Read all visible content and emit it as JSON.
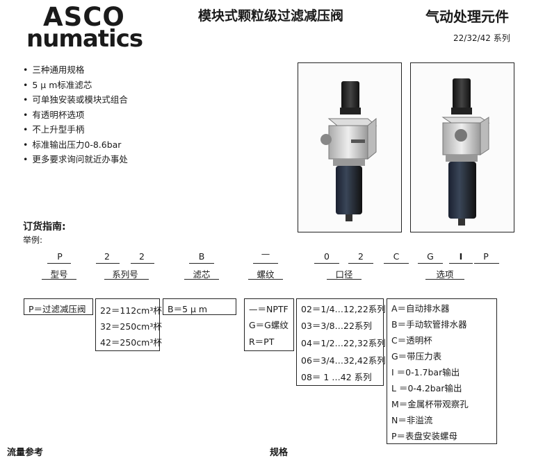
{
  "brand": {
    "line1": "ASCO",
    "line2": "numatics"
  },
  "header": {
    "title": "模块式颗粒级过滤减压阀",
    "category": "气动处理元件",
    "series": "22/32/42 系列"
  },
  "features": [
    "三种通用规格",
    "5 μ m标准滤芯",
    "可单独安装或模块式组合",
    "有透明杯选项",
    "不上升型手柄",
    "标准输出压力0-8.6bar",
    "更多要求询问就近办事处"
  ],
  "ordering": {
    "title": "订货指南:",
    "example_label": "举例:",
    "codes": {
      "type": "P",
      "series_1": "2",
      "series_2": "2",
      "filter": "B",
      "thread": "—",
      "port_1": "0",
      "port_2": "2",
      "opt_1": "C",
      "opt_2": "G",
      "opt_3": "I",
      "opt_4": "P"
    },
    "labels": {
      "type": "型号",
      "series": "系列号",
      "filter": "滤芯",
      "thread": "螺纹",
      "port": "口径",
      "options": "选项"
    },
    "type_box": [
      "P＝过滤减压阀"
    ],
    "series_box": [
      "22＝112cm³杯",
      "32＝250cm³杯",
      "42＝250cm³杯"
    ],
    "filter_box": [
      "B＝5 μ m"
    ],
    "thread_box": [
      "—＝NPTF",
      "G＝G螺纹",
      "R＝PT"
    ],
    "port_box": [
      "02＝1/4…12,22系列",
      "03＝3/8…22系列",
      "04＝1/2…22,32系列",
      "06＝3/4…32,42系列",
      "08＝ 1 …42 系列"
    ],
    "options_box": [
      "A＝自动排水器",
      "B＝手动软管排水器",
      "C＝透明杯",
      "G＝带压力表",
      "I ＝0-1.7bar输出",
      "L ＝0-4.2bar输出",
      "M＝金属杯带观察孔",
      "N＝非溢流",
      "P＝表盘安装螺母"
    ]
  },
  "footer": {
    "left": "流量参考",
    "right": "规格"
  }
}
